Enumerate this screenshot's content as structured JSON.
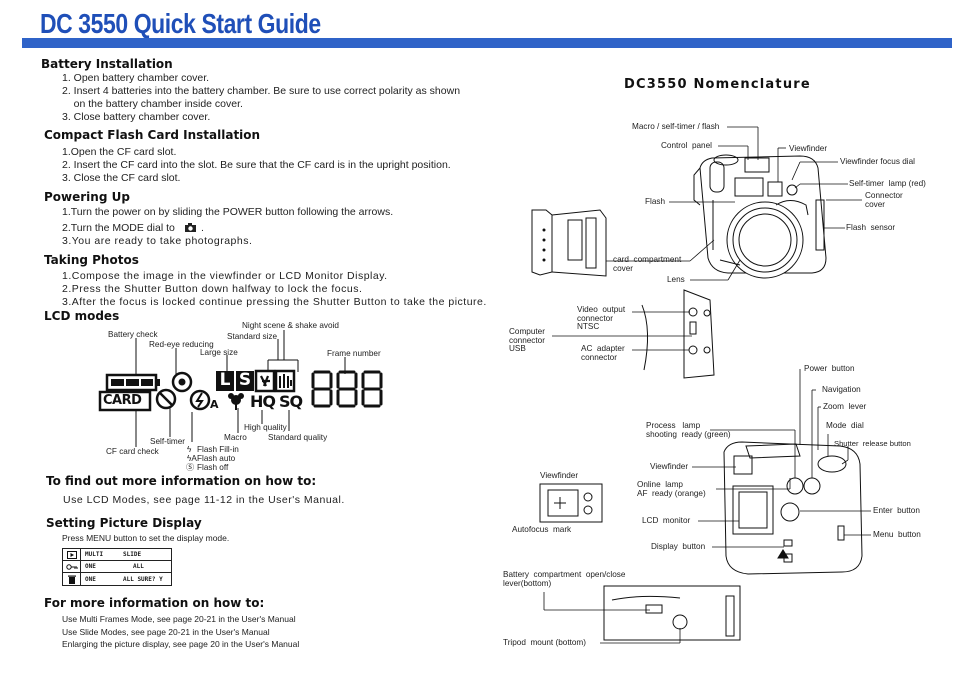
{
  "title": "DC 3550  Quick  Start  Guide",
  "battery": {
    "heading": "Battery Installation",
    "steps": [
      "1. Open battery chamber cover.",
      "2. Insert 4 batteries into the battery chamber. Be sure to use correct polarity as shown",
      "    on the battery chamber inside cover.",
      "3. Close battery chamber cover."
    ]
  },
  "cf": {
    "heading": "Compact Flash Card Installation",
    "steps": [
      "1.Open the CF card slot.",
      "2. Insert the CF card into the slot.  Be sure that the CF card is in  the upright  position.",
      "3. Close the CF card slot."
    ]
  },
  "power": {
    "heading": "Powering Up",
    "steps": [
      "1.Turn the power on by sliding the POWER button following the arrows.",
      "2.Turn the MODE dial to",
      ".",
      "3.You are ready to take photographs."
    ]
  },
  "photos": {
    "heading": "Taking Photos",
    "steps": [
      "1.Compose the image in the viewfinder or LCD Monitor Display.",
      "2.Press the Shutter Button down halfway to lock the focus.",
      "3.After the focus is locked continue pressing the Shutter Button to take the picture."
    ]
  },
  "lcd": {
    "heading": "LCD modes",
    "labels": {
      "battery_check": "Battery check",
      "red_eye": "Red-eye reducing",
      "night_scene": "Night scene & shake avoid",
      "standard_size": "Standard size",
      "large_size": "Large size",
      "frame_number": "Frame number",
      "high_quality": "High quality",
      "standard_quality": "Standard quality",
      "macro": "Macro",
      "self_timer": "Self-timer",
      "cf_card_check": "CF card check",
      "flash_fill": "Flash Fill-in",
      "flash_auto": "Flash auto",
      "flash_off": "Flash off"
    },
    "display": {
      "card": "CARD",
      "l": "L",
      "s": "S",
      "hq": "HQ",
      "sq": "SQ",
      "a": "A",
      "digits": "888"
    }
  },
  "find_out": {
    "heading": "To find out more information on how to:",
    "text": "Use LCD Modes, see page 11-12 in the User's Manual."
  },
  "setting": {
    "heading": "Setting Picture Display",
    "text": "Press MENU button to set the display mode.",
    "rows": [
      {
        "icon": "play-icon",
        "a": "MULTI",
        "b": "SLIDE"
      },
      {
        "icon": "key-icon",
        "a": "ONE",
        "b": "ALL"
      },
      {
        "icon": "trash-icon",
        "a": "ONE",
        "b": "ALL  SURE? Y"
      }
    ]
  },
  "more": {
    "heading": "For more information on how to:",
    "lines": [
      "Use Multi Frames Mode, see page 20-21 in the User's Manual",
      "Use Slide Modes, see page 20-21 in the User's Manual",
      "Enlarging the picture display, see page 20 in the User's Manual"
    ]
  },
  "nomenclature": {
    "heading": "DC3550 Nomenclature",
    "front": {
      "macro_self_flash": "Macro / self-timer / flash",
      "control_panel": "Control  panel",
      "viewfinder": "Viewfinder",
      "viewfinder_focus_dial": "Viewfinder focus dial",
      "self_timer_lamp": "Self-timer  lamp (red)",
      "connector_cover": "Connector\ncover",
      "flash_sensor": "Flash  sensor",
      "flash": "Flash",
      "card_compartment": "card  compartment\ncover",
      "lens": "Lens"
    },
    "side": {
      "video_output": "Video  output\nconnector\nNTSC",
      "computer": "Computer\nconnector\nUSB",
      "ac_adapter": "AC  adapter\nconnector"
    },
    "back": {
      "power_button": "Power  button",
      "navigation": "Navigation",
      "zoom_lever": "Zoom  lever",
      "process_lamp": "Process   lamp\nshooting  ready (green)",
      "mode_dial": "Mode  dial",
      "shutter_release": "Shutter  release button",
      "viewfinder": "Viewfinder",
      "online_lamp": "Online  lamp\nAF  ready (orange)",
      "enter_button": "Enter  button",
      "lcd_monitor": "LCD  monitor",
      "menu_button": "Menu  button",
      "display_button": "Display  button",
      "viewfinder_inset": "Viewfinder",
      "autofocus_mark": "Autofocus  mark"
    },
    "bottom": {
      "battery_lever": "Battery  compartment  open/close\nlever(bottom)",
      "tripod_mount": "Tripod  mount (bottom)"
    }
  }
}
